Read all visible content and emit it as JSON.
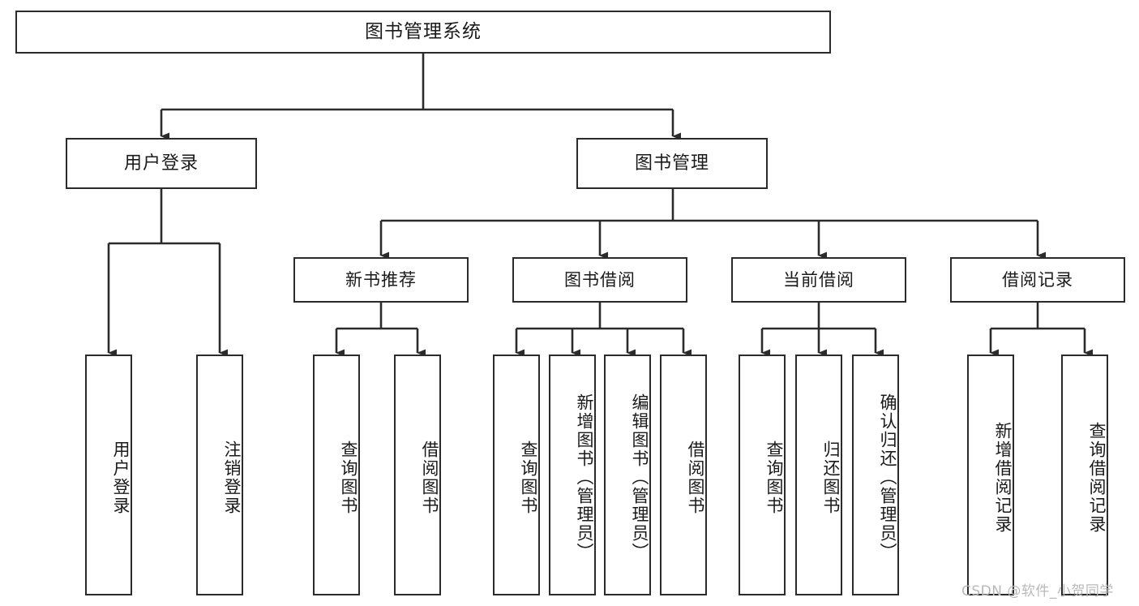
{
  "diagram": {
    "title": "图书管理系统",
    "type": "tree",
    "orientation": "top-down",
    "colors": {
      "box_border": "#2b2b2b",
      "box_fill": "#ffffff",
      "connector": "#2b2b2b",
      "background": "#ffffff",
      "watermark": "#b9b9b9"
    },
    "levels": {
      "root": {
        "label": "图书管理系统"
      },
      "level2": [
        {
          "id": "user-login",
          "label": "用户登录"
        },
        {
          "id": "book-manage",
          "label": "图书管理"
        }
      ],
      "level3": [
        {
          "id": "new-book-recommend",
          "label": "新书推荐",
          "parent": "book-manage"
        },
        {
          "id": "book-borrow",
          "label": "图书借阅",
          "parent": "book-manage"
        },
        {
          "id": "current-borrow",
          "label": "当前借阅",
          "parent": "book-manage"
        },
        {
          "id": "borrow-record",
          "label": "借阅记录",
          "parent": "book-manage"
        }
      ],
      "leaves": [
        {
          "id": "leaf-user-login",
          "label": "用户登录",
          "parent": "user-login"
        },
        {
          "id": "leaf-logout-login",
          "label": "注销登录",
          "parent": "user-login"
        },
        {
          "id": "leaf-query-book-1",
          "label": "查询图书",
          "parent": "new-book-recommend"
        },
        {
          "id": "leaf-borrow-book-1",
          "label": "借阅图书",
          "parent": "new-book-recommend"
        },
        {
          "id": "leaf-query-book-2",
          "label": "查询图书",
          "parent": "book-borrow"
        },
        {
          "id": "leaf-add-book",
          "label": "新增图书（管理员）",
          "parent": "book-borrow"
        },
        {
          "id": "leaf-edit-book",
          "label": "编辑图书（管理员）",
          "parent": "book-borrow"
        },
        {
          "id": "leaf-borrow-book-2",
          "label": "借阅图书",
          "parent": "book-borrow"
        },
        {
          "id": "leaf-query-book-3",
          "label": "查询图书",
          "parent": "current-borrow"
        },
        {
          "id": "leaf-return-book",
          "label": "归还图书",
          "parent": "current-borrow"
        },
        {
          "id": "leaf-confirm-return",
          "label": "确认归还（管理员）",
          "parent": "current-borrow"
        },
        {
          "id": "leaf-add-record",
          "label": "新增借阅记录",
          "parent": "borrow-record"
        },
        {
          "id": "leaf-query-record",
          "label": "查询借阅记录",
          "parent": "borrow-record"
        }
      ]
    }
  },
  "watermark": {
    "text": "CSDN @软件_小贺同学"
  }
}
